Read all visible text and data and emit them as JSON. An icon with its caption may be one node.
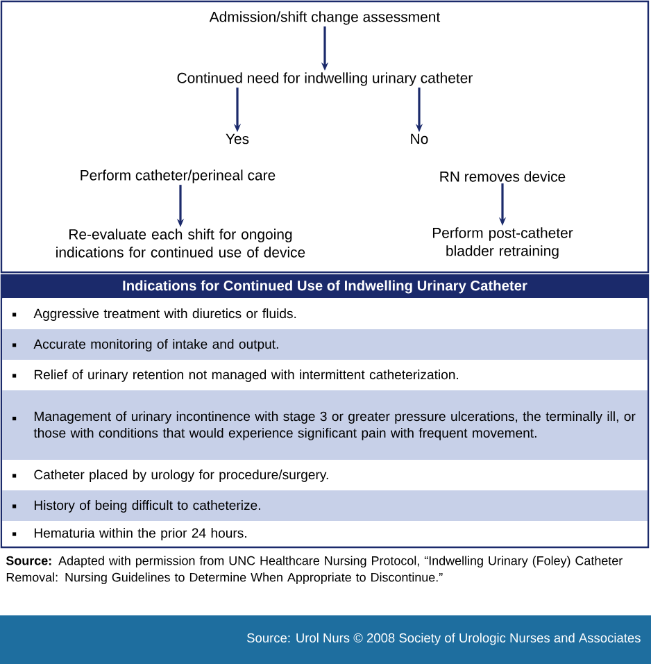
{
  "diagram": {
    "nodes": [
      {
        "text": [
          "Admission/shift change assessment"
        ]
      },
      {
        "text": [
          "Continued need for indwelling urinary catheter"
        ]
      },
      {
        "text": [
          "Yes"
        ]
      },
      {
        "text": [
          "No"
        ]
      },
      {
        "text": [
          "Perform catheter/perineal care"
        ]
      },
      {
        "text": [
          "RN removes device"
        ]
      },
      {
        "text": [
          "Re-evaluate each shift for ongoing indications for continued use of device"
        ]
      },
      {
        "text": [
          "Perform post-catheter bladder retraining"
        ]
      },
      {
        "text": [
          "Indications for Continued Use of Indwelling Urinary Catheter"
        ]
      }
    ],
    "edges": [
      {
        "from": 0,
        "to": 1,
        "arrow": "to"
      },
      {
        "from": 1,
        "to": 2,
        "arrow": "to"
      },
      {
        "from": 1,
        "to": 3,
        "arrow": "to"
      },
      {
        "from": 4,
        "to": 6,
        "arrow": "to"
      },
      {
        "from": 5,
        "to": 7,
        "arrow": "to"
      }
    ],
    "labels": [
      "Aggressive treatment with diuretics or fluids.",
      "Accurate monitoring of intake and output.",
      "Relief of urinary retention not managed with intermittent catheterization.",
      "Management of urinary incontinence with stage 3 or greater pressure ulcerations, the terminally ill, or those with conditions that would experience significant pain with frequent movement.",
      "Catheter placed by urology for procedure/surgery.",
      "History of being difficult to catheterize.",
      "Hematuria within the prior 24 hours.",
      "**Source:** Adapted with permission from UNC Healthcare Nursing Protocol, “Indwelling Urinary (Foley) Catheter Removal: Nursing Guidelines to Determine When Appropriate to Discontinue.”",
      "Source: Urol Nurs © 2008 Society of Urologic Nurses and Associates"
    ]
  }
}
